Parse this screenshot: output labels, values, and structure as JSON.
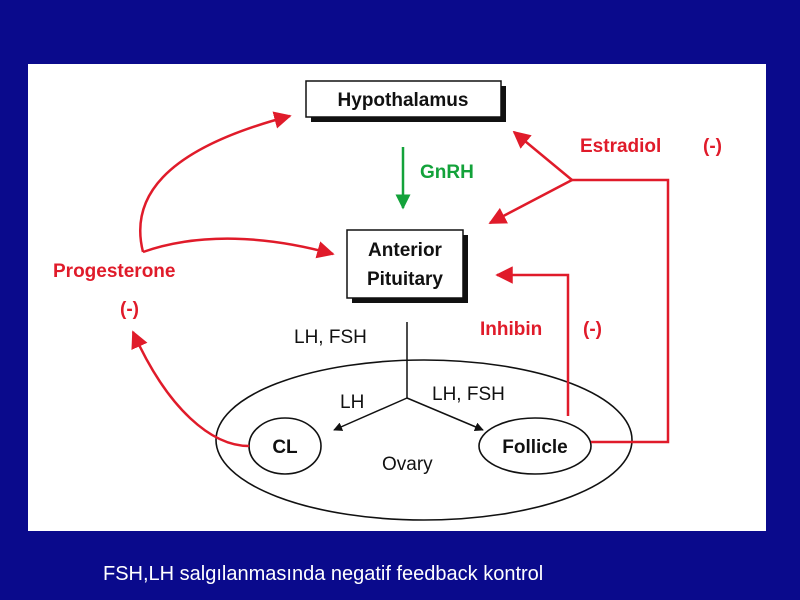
{
  "colors": {
    "background": "#0a0a8c",
    "panel": "#ffffff",
    "feedback_red": "#e01b2a",
    "stimulus_green": "#13a23a",
    "line": "#111111"
  },
  "diagram": {
    "nodes": {
      "hypothalamus": "Hypothalamus",
      "anterior_pituitary_line1": "Anterior",
      "anterior_pituitary_line2": "Pituitary",
      "cl": "CL",
      "follicle": "Follicle",
      "ovary": "Ovary"
    },
    "labels": {
      "gnrh": "GnRH",
      "lh_fsh_top": "LH, FSH",
      "lh": "LH",
      "lh_fsh_right": "LH, FSH",
      "estradiol": "Estradiol",
      "estradiol_sign": "(-)",
      "progesterone": "Progesterone",
      "progesterone_sign": "(-)",
      "inhibin": "Inhibin",
      "inhibin_sign": "(-)"
    }
  },
  "caption": "FSH,LH salgılanmasında negatif feedback kontrol"
}
